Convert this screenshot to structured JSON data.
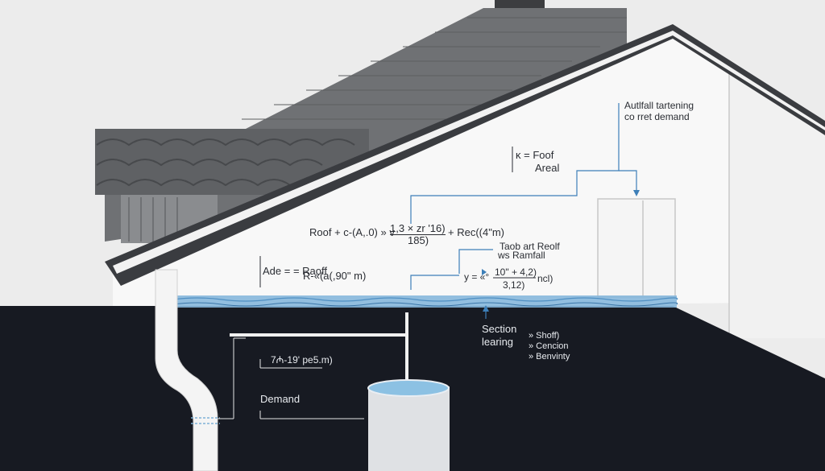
{
  "colors": {
    "background": "#ececec",
    "roof": "#6b6d70",
    "wall": "#f7f7f7",
    "ground": "#171a22",
    "water": "#7fb1d6",
    "annotation_line": "#3d7fb8"
  },
  "labels": {
    "actual_title_1": "Autlfall tartening",
    "actual_title_2": "co rret demand",
    "roof_area_1": "ĸ =  Foof",
    "roof_area_2": "Areal",
    "formula_main": "Roof + c-(A,.0)  »  v",
    "formula_main_mid": "1,3 × zr '16)",
    "formula_main_den": "185)",
    "formula_main_end": "+ Rec((4\"m)",
    "ade_1": "Ade =  =  Raoff",
    "ade_2": "R-«(a(,90\" m)",
    "total_roof_1": "Taob art Reolf",
    "total_roof_2": "ws Ramfall",
    "formula_right_lhs": "y = «°",
    "formula_right_num": "10\" + 4,2)",
    "formula_right_den": "3,12)",
    "formula_right_end": "ncl)",
    "section_1": "Section",
    "section_2": "learing",
    "list_1": "» Shoff)",
    "list_2": "» Cencion",
    "list_3": "» Benvinty",
    "pipe_formula": "7₼-19' pe5.m)",
    "demand": "Demand"
  }
}
